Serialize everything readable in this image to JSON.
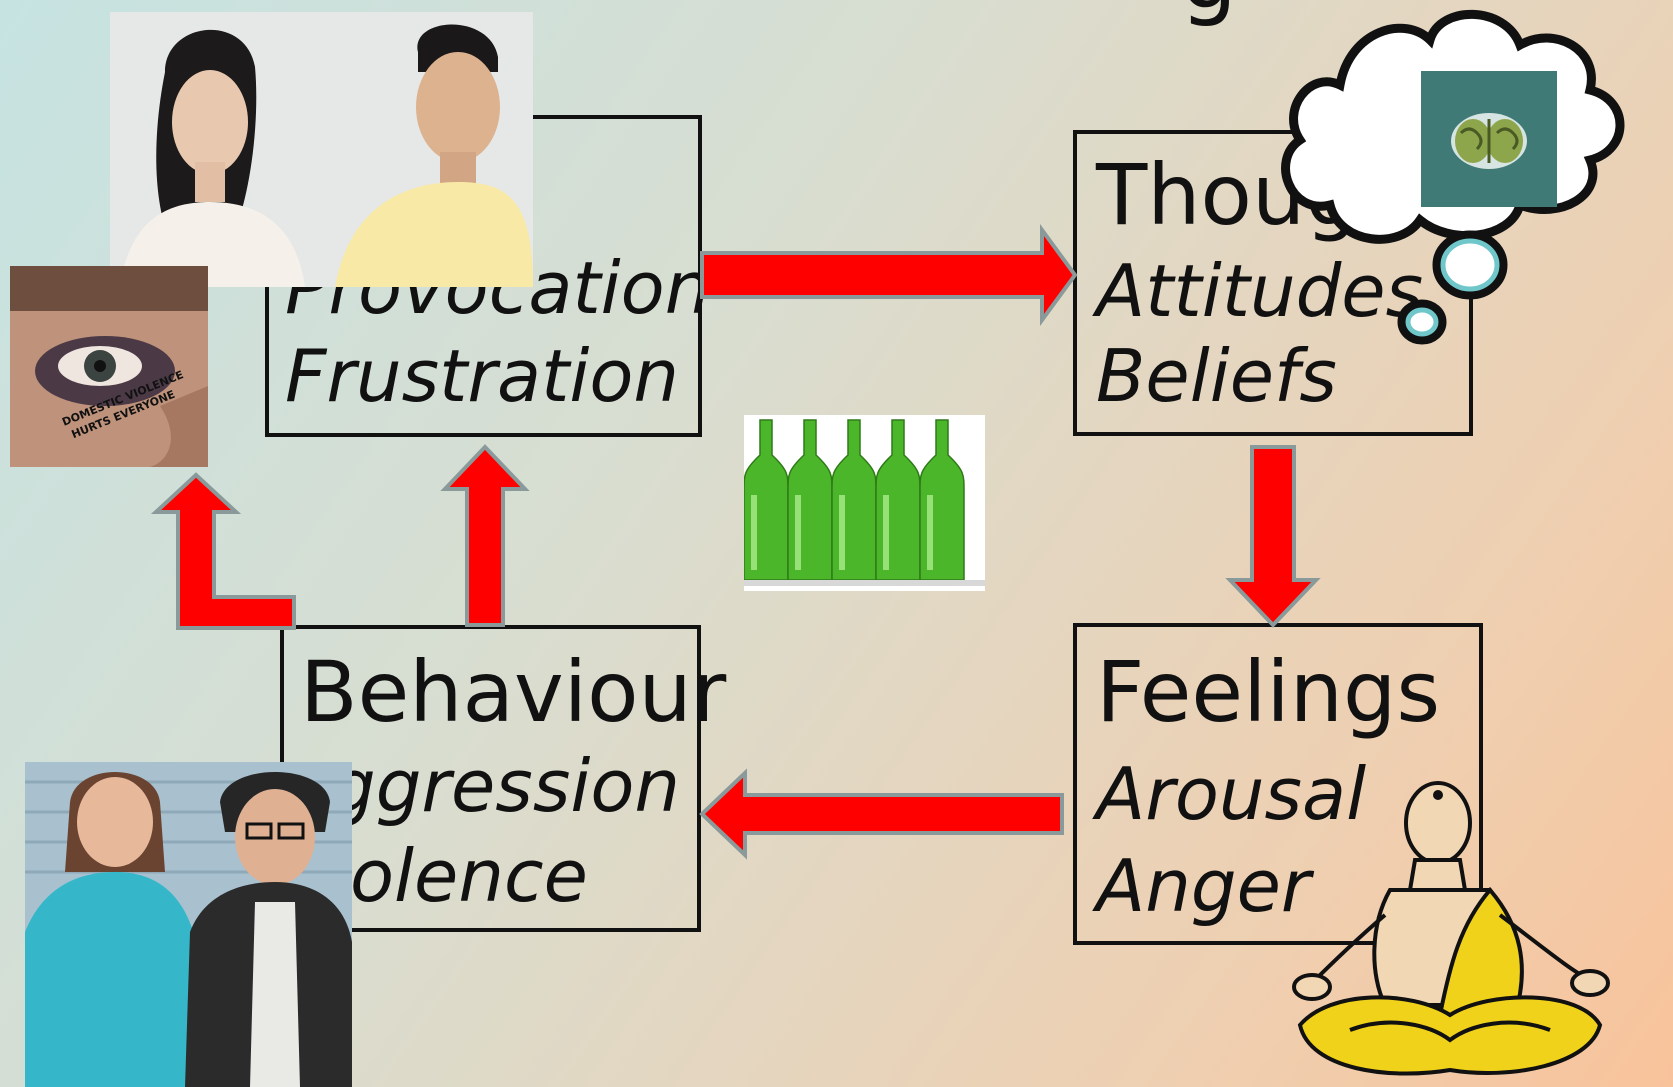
{
  "slide": {
    "title_fragment": "g"
  },
  "boxes": {
    "trigger": {
      "line1": "Provocation",
      "line2": "Frustration"
    },
    "thoughts": {
      "title": "Thoug",
      "line1": "Attitudes",
      "line2": "Beliefs"
    },
    "feelings": {
      "title": "Feelings",
      "line1": "Arousal",
      "line2": "Anger"
    },
    "behaviour": {
      "title": "Behaviour",
      "line1": "ggression",
      "line2": "iolence"
    }
  },
  "images": {
    "bruise_caption_1": "DOMESTIC VIOLENCE",
    "bruise_caption_2": "HURTS EVERYONE"
  },
  "colors": {
    "arrow_fill": "#ff0000",
    "arrow_outline": "#8a9a9a",
    "box_border": "#111111",
    "bottle_green": "#4cb62a",
    "brain_tile": "#3f7a77"
  },
  "icons": [
    "brain-icon",
    "thought-cloud",
    "bottles-icon",
    "meditating-monk-icon"
  ]
}
